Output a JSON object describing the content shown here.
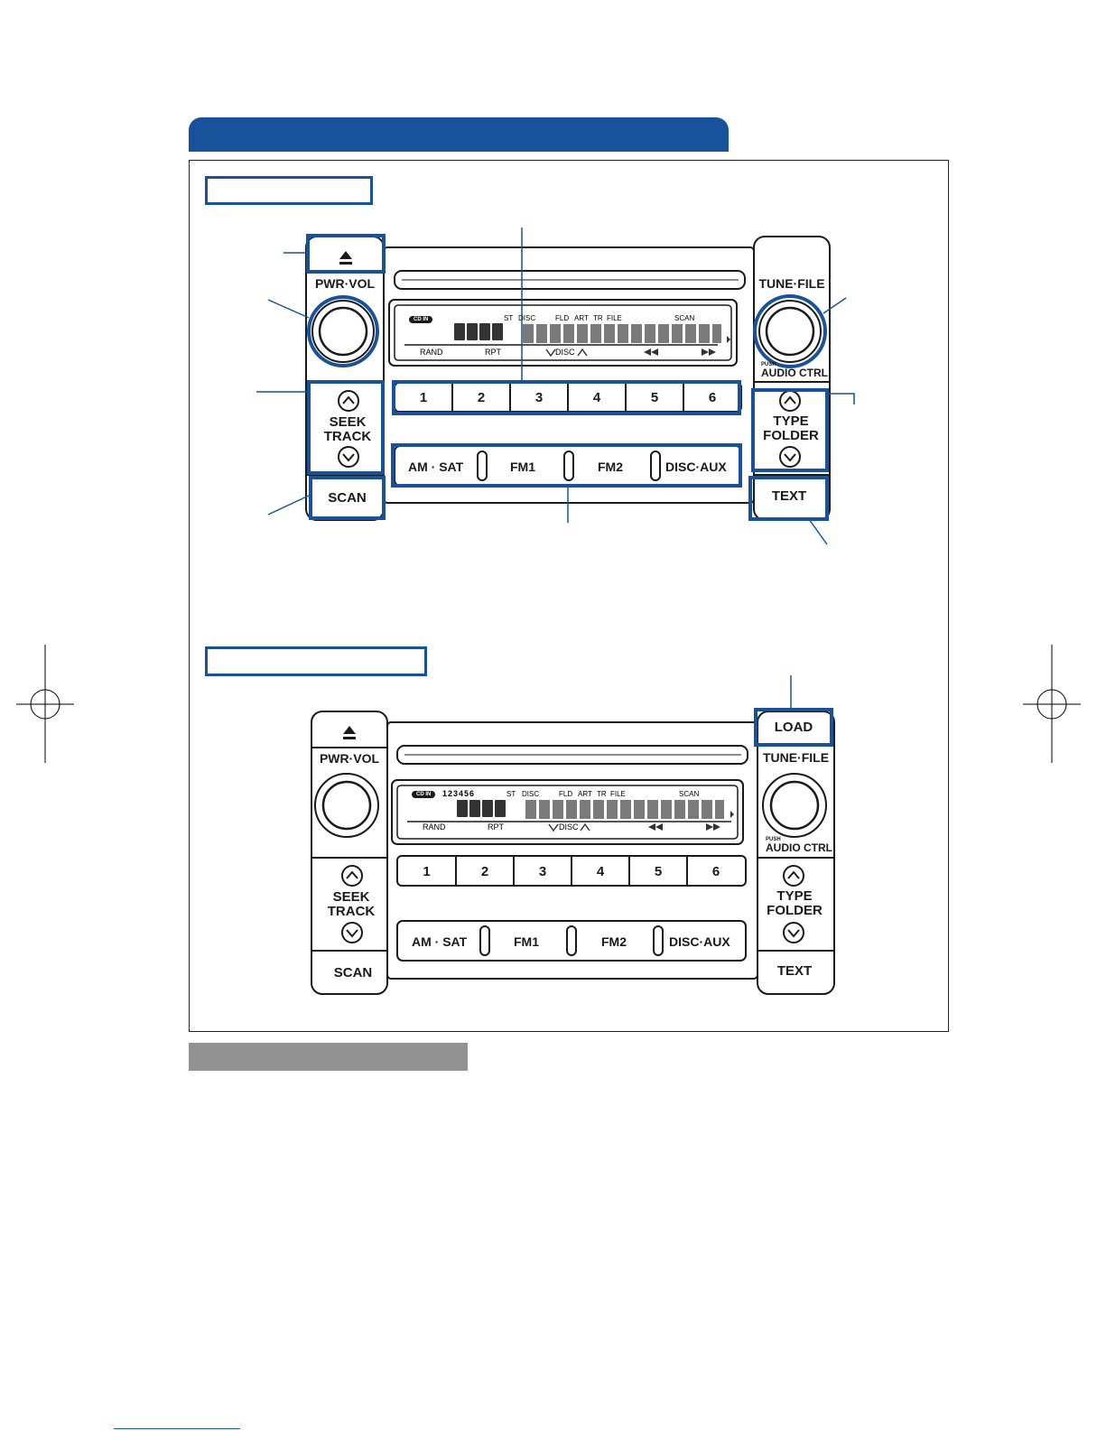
{
  "radio_top": {
    "eject_icon": "eject-icon",
    "pwr_vol": "PWR·VOL",
    "tune_file": "TUNE·FILE",
    "push": "PUSH",
    "audio_ctrl": "AUDIO CTRL",
    "seek": "SEEK",
    "track": "TRACK",
    "scan": "SCAN",
    "type": "TYPE",
    "folder": "FOLDER",
    "text": "TEXT",
    "presets": [
      "1",
      "2",
      "3",
      "4",
      "5",
      "6"
    ],
    "modes": [
      "AM · SAT",
      "FM1",
      "FM2",
      "DISC·AUX"
    ],
    "display": {
      "cd_in": "CD IN",
      "st": "ST",
      "disc": "DISC",
      "fld": "FLD",
      "art": "ART",
      "tr": "TR",
      "file": "FILE",
      "scan": "SCAN",
      "rand": "RAND",
      "rpt": "RPT",
      "disc_nav": "DISC"
    }
  },
  "radio_bottom": {
    "load": "LOAD",
    "pwr_vol": "PWR·VOL",
    "tune_file": "TUNE·FILE",
    "push": "PUSH",
    "audio_ctrl": "AUDIO CTRL",
    "seek": "SEEK",
    "track": "TRACK",
    "scan": "SCAN",
    "type": "TYPE",
    "folder": "FOLDER",
    "text": "TEXT",
    "presets": [
      "1",
      "2",
      "3",
      "4",
      "5",
      "6"
    ],
    "modes": [
      "AM · SAT",
      "FM1",
      "FM2",
      "DISC·AUX"
    ],
    "display": {
      "cd_in": "CD IN",
      "discs": "123456",
      "st": "ST",
      "disc": "DISC",
      "fld": "FLD",
      "art": "ART",
      "tr": "TR",
      "file": "FILE",
      "scan": "SCAN",
      "rand": "RAND",
      "rpt": "RPT",
      "disc_nav": "DISC"
    }
  },
  "colors": {
    "accent": "#17529a",
    "gray": "#929292",
    "ink": "#1a1a1a"
  }
}
